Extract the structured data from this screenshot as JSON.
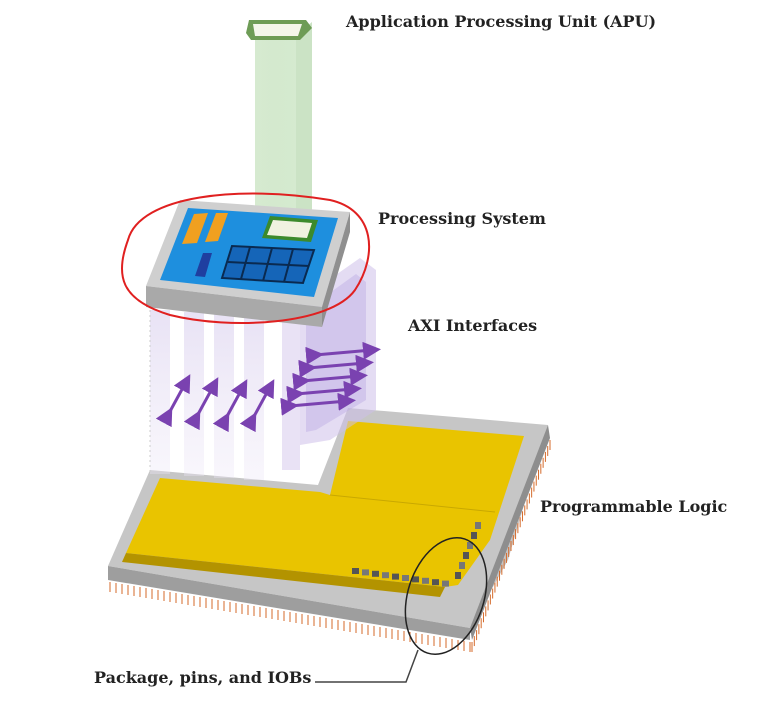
{
  "labels": {
    "apu": "Application Processing Unit (APU)",
    "ps": "Processing System",
    "axi": "AXI Interfaces",
    "pl": "Programmable Logic",
    "pkg": "Package, pins, and IOBs"
  },
  "colors": {
    "pl_fill": "#e8c200",
    "ps_fill": "#1e8fde",
    "package": "#b8b8b8",
    "arrow": "#7a42b0",
    "annotation_red": "#e02020",
    "pins": "#d46a2a",
    "apu_beam": "#cde8c5"
  }
}
